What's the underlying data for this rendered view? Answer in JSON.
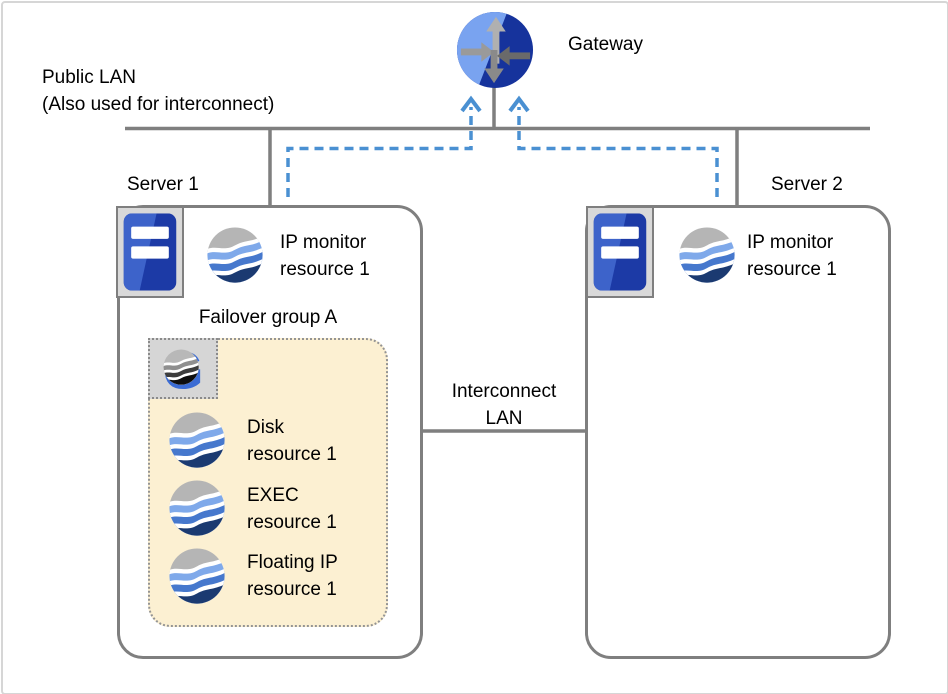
{
  "diagram": {
    "gateway_label": "Gateway",
    "public_lan": {
      "line1": "Public LAN",
      "line2": "(Also used for interconnect)"
    },
    "interconnect_lan": {
      "line1": "Interconnect",
      "line2": "LAN"
    },
    "server1": {
      "label": "Server 1",
      "icon": "server-icon",
      "monitor": {
        "icon": "resource-globe-icon",
        "line1": "IP monitor",
        "line2": "resource 1"
      }
    },
    "server2": {
      "label": "Server 2",
      "icon": "server-icon",
      "monitor": {
        "icon": "resource-globe-icon",
        "line1": "IP monitor",
        "line2": "resource 1"
      }
    },
    "failover_group": {
      "label": "Failover group A",
      "logo_icon": "cluster-logo-icon",
      "resources": [
        {
          "icon": "resource-globe-icon",
          "line1": "Disk",
          "line2": "resource 1"
        },
        {
          "icon": "resource-globe-icon",
          "line1": "EXEC",
          "line2": "resource 1"
        },
        {
          "icon": "resource-globe-icon",
          "line1": "Floating IP",
          "line2": "resource 1"
        }
      ]
    },
    "colors": {
      "line_gray": "#7f7f7f",
      "dashed_arrow_blue": "#4a90d2",
      "group_fill": "#fcf0d2",
      "group_border_dotted": "#949494",
      "icon_square_gray": "#d9d9d9",
      "server_icon_blue_light": "#3d63ca",
      "server_icon_blue_dark": "#1c3aa6",
      "gateway_light_blue": "#79a3f0",
      "gateway_dark_blue": "#16339c",
      "globe_gray_cap": "#b5b5b5",
      "globe_light_blue": "#7fa9ea",
      "globe_mid_blue": "#4678cd",
      "globe_navy": "#1b3a71",
      "logo_blue": "#3b6cd4",
      "frame_border": "#d6d6d6",
      "text": "#000000"
    }
  }
}
